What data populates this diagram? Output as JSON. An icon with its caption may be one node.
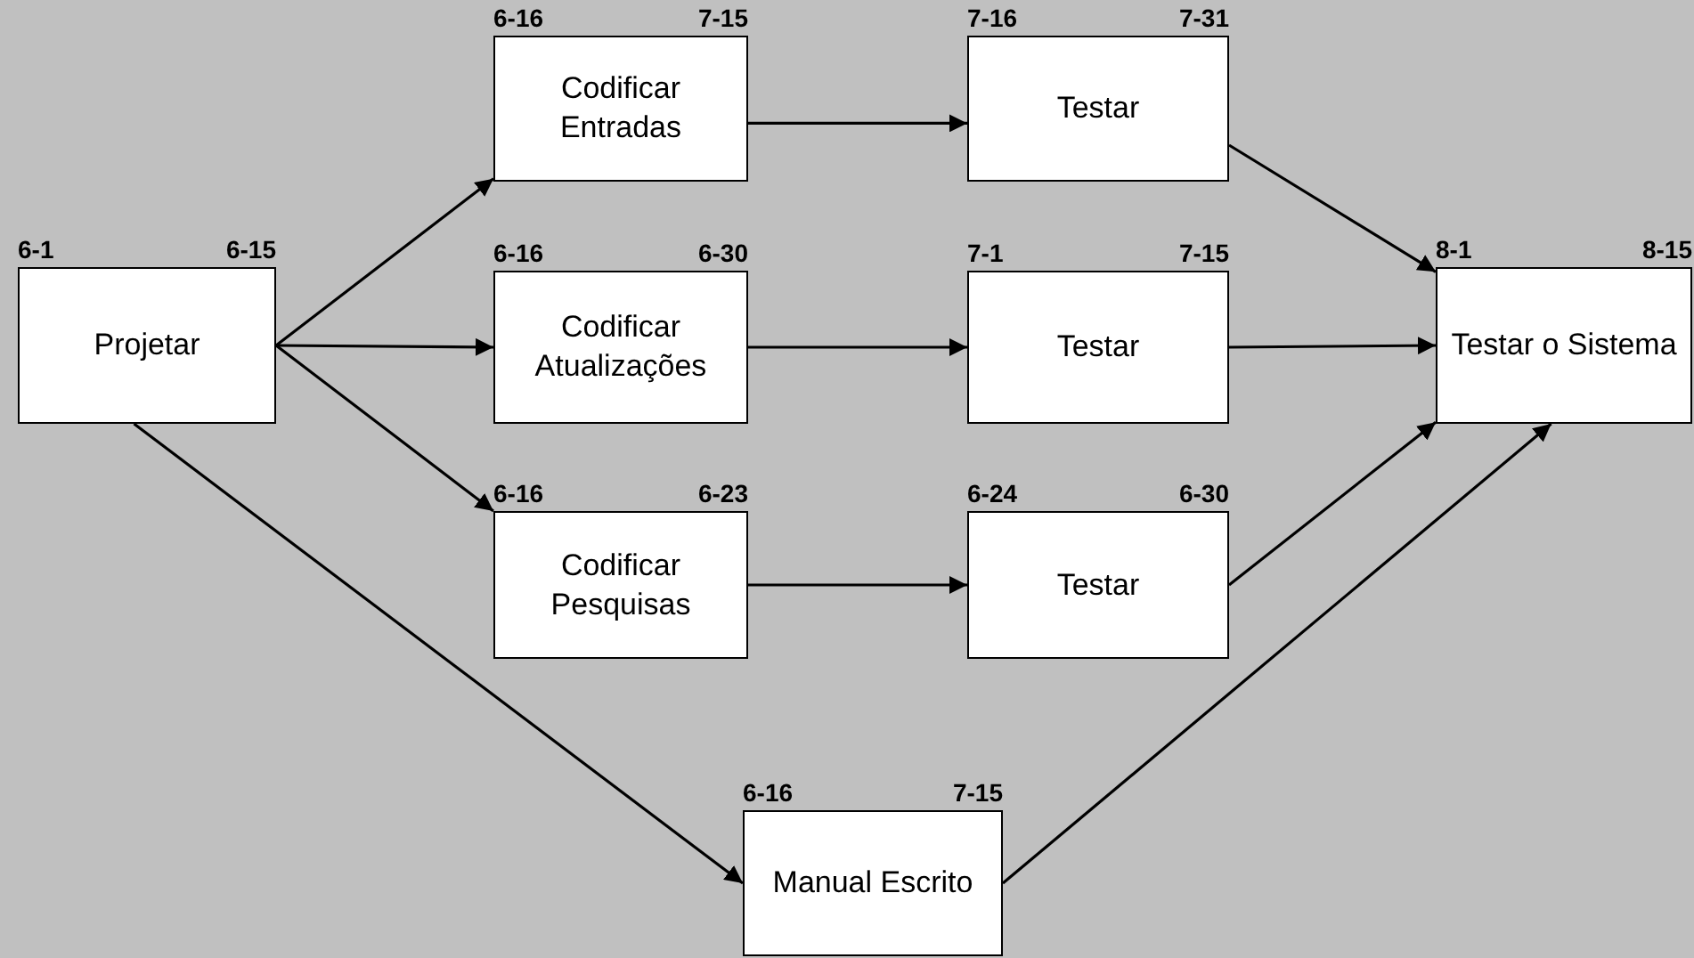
{
  "diagram": {
    "nodes": [
      {
        "text": [
          "Projetar"
        ],
        "beside": [
          "6-1",
          "6-15"
        ]
      },
      {
        "text": [
          "Codificar Entradas"
        ],
        "beside": [
          "6-16",
          "7-15"
        ]
      },
      {
        "text": [
          "Codificar Atualizações"
        ],
        "beside": [
          "6-16",
          "6-30"
        ]
      },
      {
        "text": [
          "Codificar Pesquisas"
        ],
        "beside": [
          "6-16",
          "6-23"
        ]
      },
      {
        "text": [
          "Testar"
        ],
        "beside": [
          "7-16",
          "7-31"
        ]
      },
      {
        "text": [
          "Testar"
        ],
        "beside": [
          "7-1",
          "7-15"
        ]
      },
      {
        "text": [
          "Testar"
        ],
        "beside": [
          "6-24",
          "6-30"
        ]
      },
      {
        "text": [
          "Testar o Sistema"
        ],
        "beside": [
          "8-1",
          "8-15"
        ]
      },
      {
        "text": [
          "Manual Escrito"
        ],
        "beside": [
          "6-16",
          "7-15"
        ]
      }
    ],
    "edges": [
      {
        "from": 0,
        "to": 1,
        "arrow": "to"
      },
      {
        "from": 0,
        "to": 2,
        "arrow": "to"
      },
      {
        "from": 0,
        "to": 3,
        "arrow": "to"
      },
      {
        "from": 0,
        "to": 8,
        "arrow": "to"
      },
      {
        "from": 1,
        "to": 4,
        "arrow": "to"
      },
      {
        "from": 2,
        "to": 5,
        "arrow": "to"
      },
      {
        "from": 3,
        "to": 6,
        "arrow": "to"
      },
      {
        "from": 4,
        "to": 7,
        "arrow": "to"
      },
      {
        "from": 5,
        "to": 7,
        "arrow": "to"
      },
      {
        "from": 6,
        "to": 7,
        "arrow": "to"
      },
      {
        "from": 8,
        "to": 7,
        "arrow": "to"
      }
    ]
  }
}
